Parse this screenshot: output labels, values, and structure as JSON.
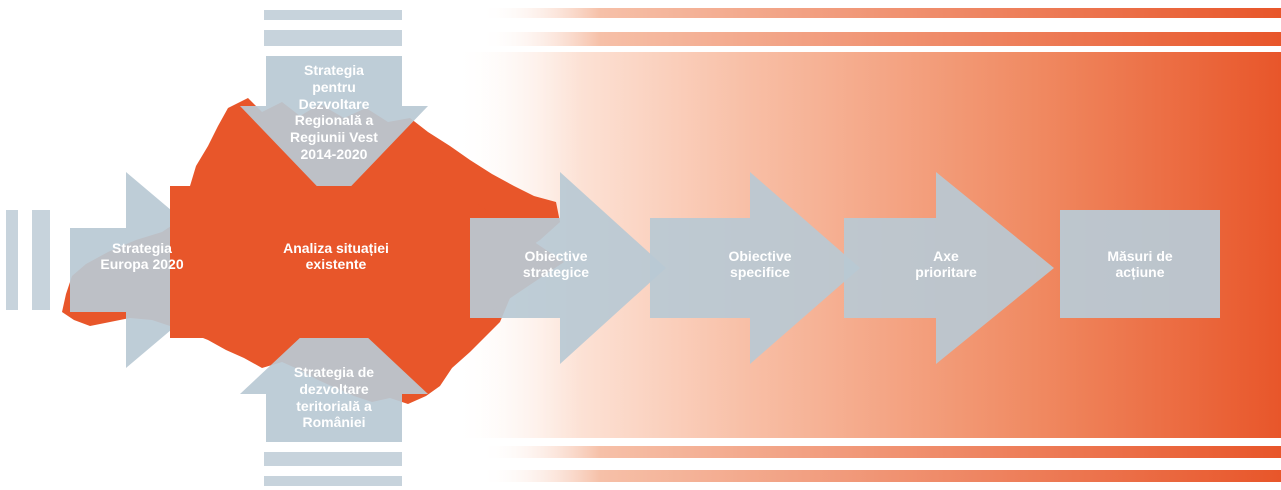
{
  "diagram": {
    "colors": {
      "orange": "#e8562a",
      "gray_blue": "#b9c9d4",
      "text": "#ffffff"
    },
    "inputs": {
      "left": [
        "Strategia",
        "Europa 2020"
      ],
      "top": [
        "Strategia",
        "pentru",
        "Dezvoltare",
        "Regională a",
        "Regiunii Vest",
        "2014-2020"
      ],
      "bottom": [
        "Strategia de",
        "dezvoltare",
        "teritorială a",
        "României"
      ]
    },
    "center": [
      "Analiza situației",
      "existente"
    ],
    "flow": [
      {
        "lines": [
          "Obiective",
          "strategice"
        ]
      },
      {
        "lines": [
          "Obiective",
          "specifice"
        ]
      },
      {
        "lines": [
          "Axe",
          "prioritare"
        ]
      },
      {
        "lines": [
          "Măsuri de",
          "acțiune"
        ]
      }
    ]
  }
}
